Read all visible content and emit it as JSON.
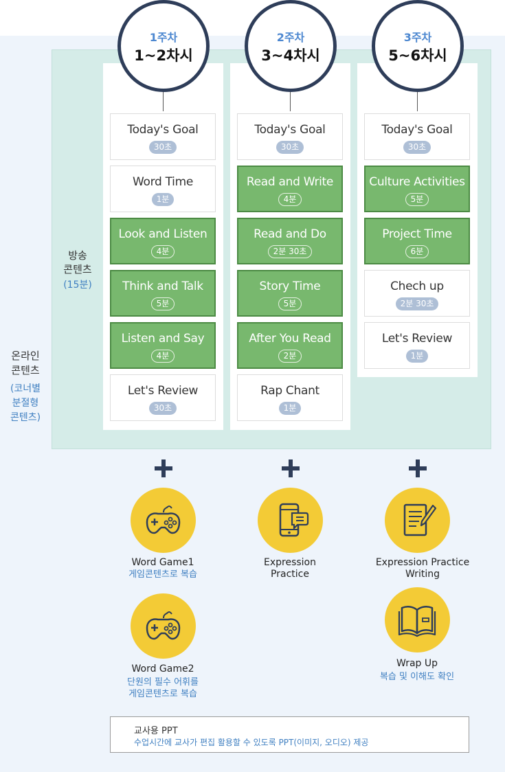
{
  "side_label": {
    "title_1": "온라인",
    "title_2": "콘텐츠",
    "sub_1": "(코너별",
    "sub_2": "분절형",
    "sub_3": "콘텐츠)"
  },
  "broadcast_label": {
    "title_1": "방송",
    "title_2": "콘텐츠",
    "sub": "(15분)"
  },
  "weeks": [
    {
      "week": "1주차",
      "session": "1~2차시",
      "items": [
        {
          "title": "Today's Goal",
          "duration": "30초",
          "style": "white"
        },
        {
          "title": "Word Time",
          "duration": "1분",
          "style": "white"
        },
        {
          "title": "Look and Listen",
          "duration": "4분",
          "style": "green"
        },
        {
          "title": "Think and Talk",
          "duration": "5분",
          "style": "green"
        },
        {
          "title": "Listen and Say",
          "duration": "4분",
          "style": "green"
        },
        {
          "title": "Let's Review",
          "duration": "30초",
          "style": "white"
        }
      ]
    },
    {
      "week": "2주차",
      "session": "3~4차시",
      "items": [
        {
          "title": "Today's Goal",
          "duration": "30초",
          "style": "white"
        },
        {
          "title": "Read and Write",
          "duration": "4분",
          "style": "green"
        },
        {
          "title": "Read and Do",
          "duration": "2분 30초",
          "style": "green"
        },
        {
          "title": "Story Time",
          "duration": "5분",
          "style": "green"
        },
        {
          "title": "After You Read",
          "duration": "2분",
          "style": "green"
        },
        {
          "title": "Rap Chant",
          "duration": "1분",
          "style": "white"
        }
      ]
    },
    {
      "week": "3주차",
      "session": "5~6차시",
      "items": [
        {
          "title": "Today's Goal",
          "duration": "30초",
          "style": "white"
        },
        {
          "title": "Culture Activities",
          "duration": "5분",
          "style": "green"
        },
        {
          "title": "Project Time",
          "duration": "6분",
          "style": "green"
        },
        {
          "title": "Chech up",
          "duration": "2분 30초",
          "style": "white"
        },
        {
          "title": "Let's Review",
          "duration": "1분",
          "style": "white"
        }
      ]
    }
  ],
  "extras": {
    "word_game1": {
      "title": "Word Game1",
      "desc": "게임콘텐츠로 복습",
      "icon": "gamepad-icon"
    },
    "word_game2": {
      "title": "Word Game2",
      "desc_1": "단원의 필수 어휘를",
      "desc_2": "게임콘텐츠로 복습",
      "icon": "gamepad-icon"
    },
    "expression_practice": {
      "title_1": "Expression",
      "title_2": "Practice",
      "icon": "phone-chat-icon"
    },
    "expression_writing": {
      "title_1": "Expression Practice",
      "title_2": "Writing",
      "icon": "notepad-pen-icon"
    },
    "wrap_up": {
      "title": "Wrap Up",
      "desc": "복습 및 이해도 확인",
      "icon": "open-book-icon"
    }
  },
  "ppt": {
    "title": "교사용 PPT",
    "desc": "수업시간에 교사가 편집 활용할 수 있도록  PPT(이미지, 오디오) 제공"
  },
  "colors": {
    "navy": "#2e3d59",
    "green": "#78b86e",
    "mint": "#d5ece8",
    "yellow": "#f3cb36",
    "blue_text": "#3f7fc1"
  }
}
